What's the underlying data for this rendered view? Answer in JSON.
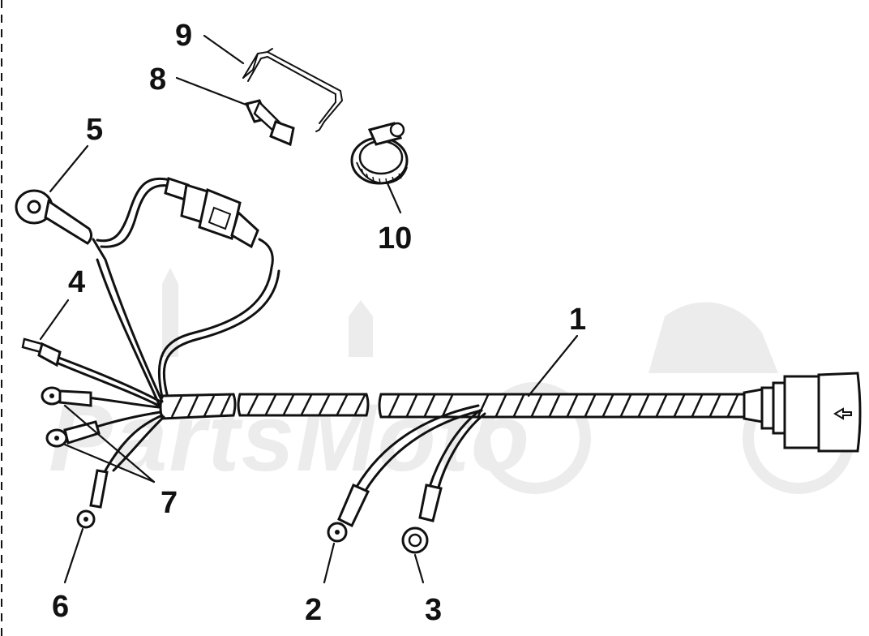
{
  "watermark": {
    "text": "PartsMoto",
    "color": "#ececec"
  },
  "callouts": [
    {
      "id": "1",
      "label": "1"
    },
    {
      "id": "2",
      "label": "2"
    },
    {
      "id": "3",
      "label": "3"
    },
    {
      "id": "4",
      "label": "4"
    },
    {
      "id": "5",
      "label": "5"
    },
    {
      "id": "6",
      "label": "6"
    },
    {
      "id": "7",
      "label": "7"
    },
    {
      "id": "8",
      "label": "8"
    },
    {
      "id": "9",
      "label": "9"
    },
    {
      "id": "10",
      "label": "10"
    }
  ],
  "colors": {
    "line": "#111111",
    "background": "#ffffff"
  }
}
